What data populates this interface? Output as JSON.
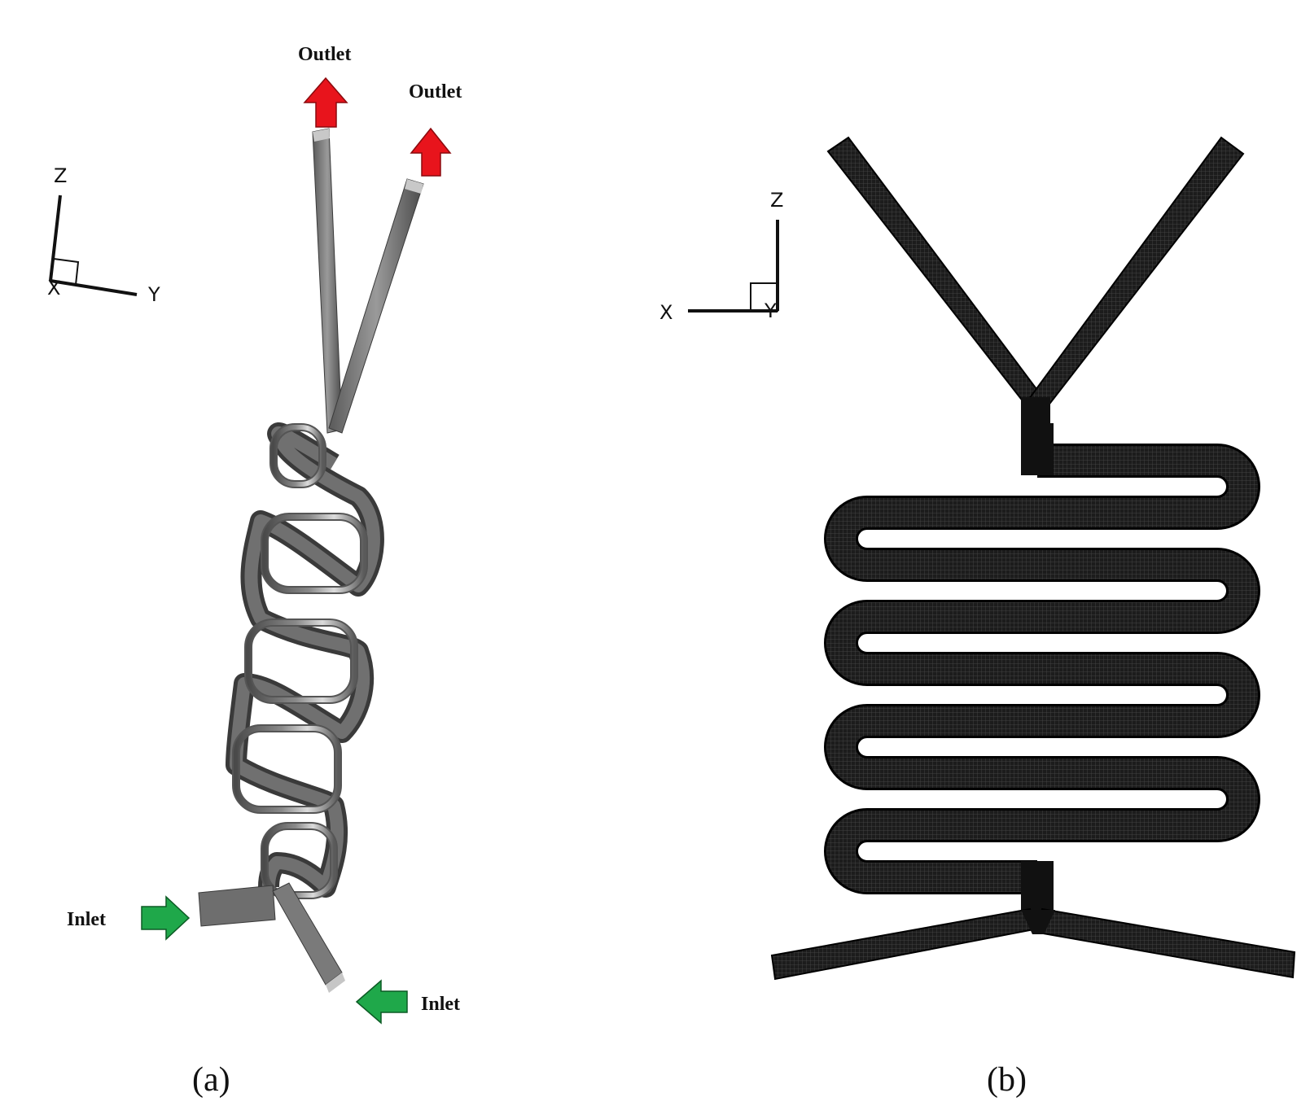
{
  "panel_a": {
    "caption": "(a)",
    "labels": {
      "outlet_1": "Outlet",
      "outlet_2": "Outlet",
      "inlet_1": "Inlet",
      "inlet_2": "Inlet"
    },
    "axes": {
      "z": "Z",
      "x": "X",
      "y": "Y"
    },
    "arrow_colors": {
      "outlet": "#e8141c",
      "inlet": "#1fa84a"
    },
    "channel_color": "#6f6f6f"
  },
  "panel_b": {
    "caption": "(b)",
    "axes": {
      "z": "Z",
      "x": "X",
      "y": "Y"
    },
    "mesh_color": "#141414"
  }
}
